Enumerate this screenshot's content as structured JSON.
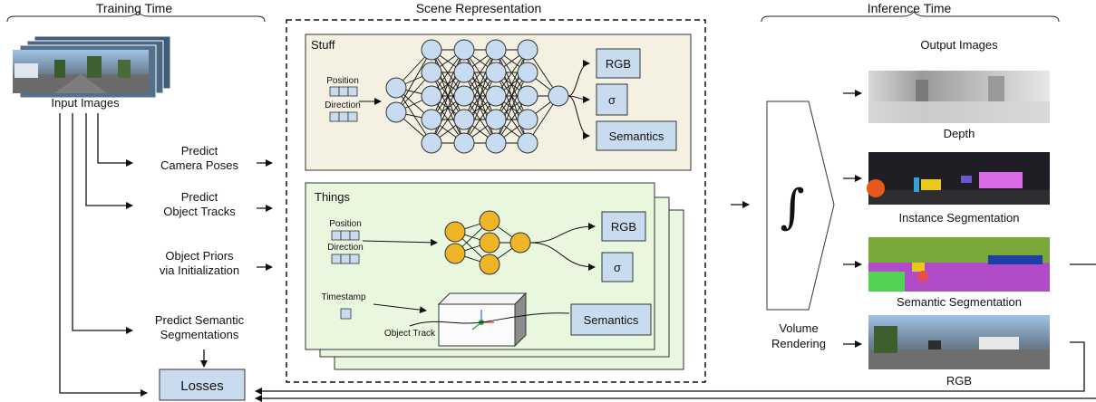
{
  "sections": {
    "training": "Training Time",
    "scene": "Scene Representation",
    "inference": "Inference Time"
  },
  "training": {
    "input_images": "Input Images",
    "predict_camera_1": "Predict",
    "predict_camera_2": "Camera Poses",
    "predict_tracks_1": "Predict",
    "predict_tracks_2": "Object Tracks",
    "priors_1": "Object Priors",
    "priors_2": "via Initialization",
    "semantic_1": "Predict Semantic",
    "semantic_2": "Segmentations",
    "losses": "Losses"
  },
  "stuff": {
    "title": "Stuff",
    "position": "Position",
    "direction": "Direction",
    "out_rgb": "RGB",
    "out_sigma": "σ",
    "out_semantics": "Semantics"
  },
  "things": {
    "title": "Things",
    "position": "Position",
    "direction": "Direction",
    "timestamp": "Timestamp",
    "object_track": "Object Track",
    "out_rgb": "RGB",
    "out_sigma": "σ",
    "out_semantics": "Semantics"
  },
  "inference": {
    "integral": "∫",
    "volume_1": "Volume",
    "volume_2": "Rendering",
    "output_title": "Output Images",
    "depth": "Depth",
    "instance": "Instance Segmentation",
    "semantic": "Semantic Segmentation",
    "rgb": "RGB"
  },
  "colors": {
    "stuff_bg": "#f4f0e2",
    "things_bg": "#eaf7df",
    "stuff_node": "#c7dcf0",
    "things_node": "#f0b429",
    "output_box": "#c9dcef"
  }
}
